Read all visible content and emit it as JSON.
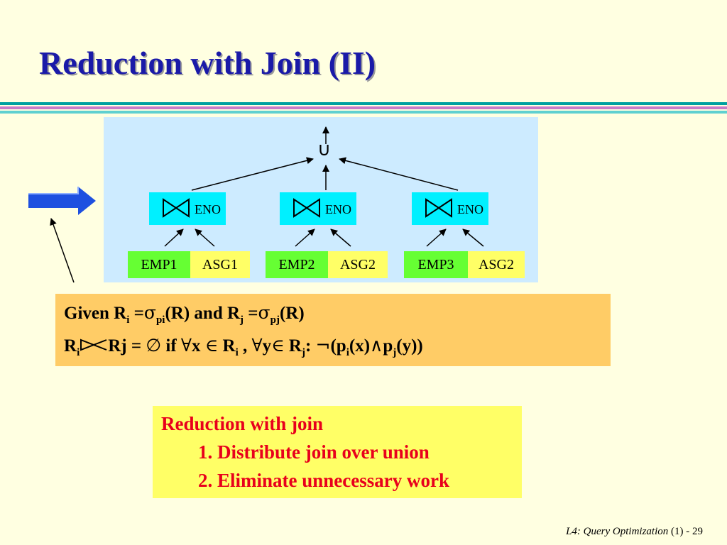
{
  "slide": {
    "title": "Reduction with Join (II)",
    "footer_italic": "L4: Query Optimization",
    "footer_rest": " (1) - 29"
  },
  "tree": {
    "root_symbol": "∪",
    "joins": [
      {
        "attr": "ENO",
        "left": "EMP1",
        "right": "ASG1"
      },
      {
        "attr": "ENO",
        "left": "EMP2",
        "right": "ASG2"
      },
      {
        "attr": "ENO",
        "left": "EMP3",
        "right": "ASG2"
      }
    ]
  },
  "given": {
    "line1": {
      "t1": "Given R",
      "s1": "i",
      "t2": " =",
      "g1": "σ",
      "s2": "pi",
      "t3": "(R) and R",
      "s3": "j",
      "t4": " =",
      "g2": "σ",
      "s4": "pj",
      "t5": "(R)"
    },
    "line2": {
      "t1": "R",
      "s1": "i",
      "t2": "Rj = ",
      "g1": "∅",
      "t3": " if ",
      "g2": "∀",
      "t4": "x ",
      "g3": "∈",
      "t5": " R",
      "s2": "i",
      "t6": " , ",
      "g4": "∀",
      "t7": "y",
      "g5": "∈",
      "t8": " R",
      "s3": "j",
      "t9": ": ",
      "g6": "¬",
      "t10": "(p",
      "s4": "i",
      "t11": "(x)",
      "g7": "∧",
      "t12": "p",
      "s5": "j",
      "t13": "(y))"
    }
  },
  "summary": {
    "heading": "Reduction with join",
    "steps": [
      "1. Distribute join over union",
      "2. Eliminate unnecessary work"
    ]
  },
  "colors": {
    "background": "#FFFFE1",
    "title": "#1A1AA8",
    "tree_panel": "#CDEBFF",
    "join_node": "#00F0FF",
    "emp": "#66FF33",
    "asg": "#FFFF66",
    "given_box": "#FFCC66",
    "summary_box": "#FFFF66",
    "summary_text": "#E8001C",
    "pointer_arrow": "#1E50E0"
  },
  "icons": [
    "union-icon",
    "bowtie-join-icon",
    "block-arrow-icon",
    "pointer-line-icon"
  ]
}
